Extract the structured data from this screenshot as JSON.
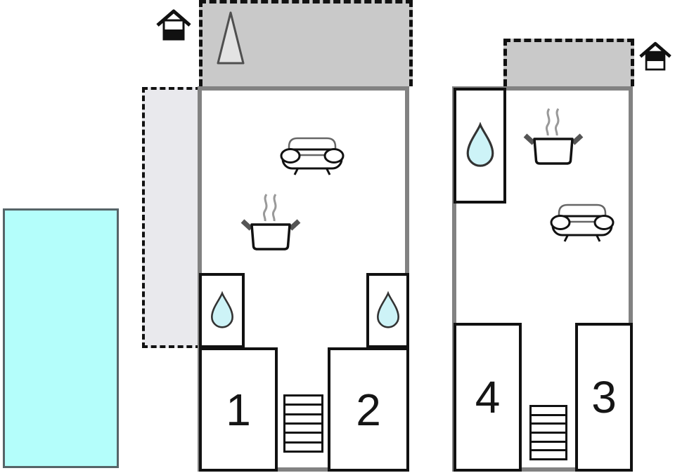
{
  "floorplan": {
    "building_ground": {
      "room1_label": "1",
      "room2_label": "2"
    },
    "building_upper": {
      "room3_label": "3",
      "room4_label": "4"
    },
    "icons": {
      "pool": "swimming-pool",
      "water_drop": "bathroom-water-drop",
      "cooking_pot": "kitchen-cooking-pot",
      "sofa": "living-room-sofa",
      "stairs": "staircase",
      "house_entrance_left": "entrance-marker-black-bottom",
      "house_entrance_right": "entrance-marker-black-top",
      "tree": "tree-on-terrace"
    },
    "colors": {
      "pool_fill": "#b4fefb",
      "pool_border": "#566468",
      "terrace_fill": "#c9c9c9",
      "patio_fill": "#e9e9ed",
      "wall_gray": "#828282",
      "outline_black": "#111111",
      "drop_fill": "#cdf3f7",
      "tree_fill": "#e3e3e3",
      "steam_gray": "#999999"
    }
  }
}
